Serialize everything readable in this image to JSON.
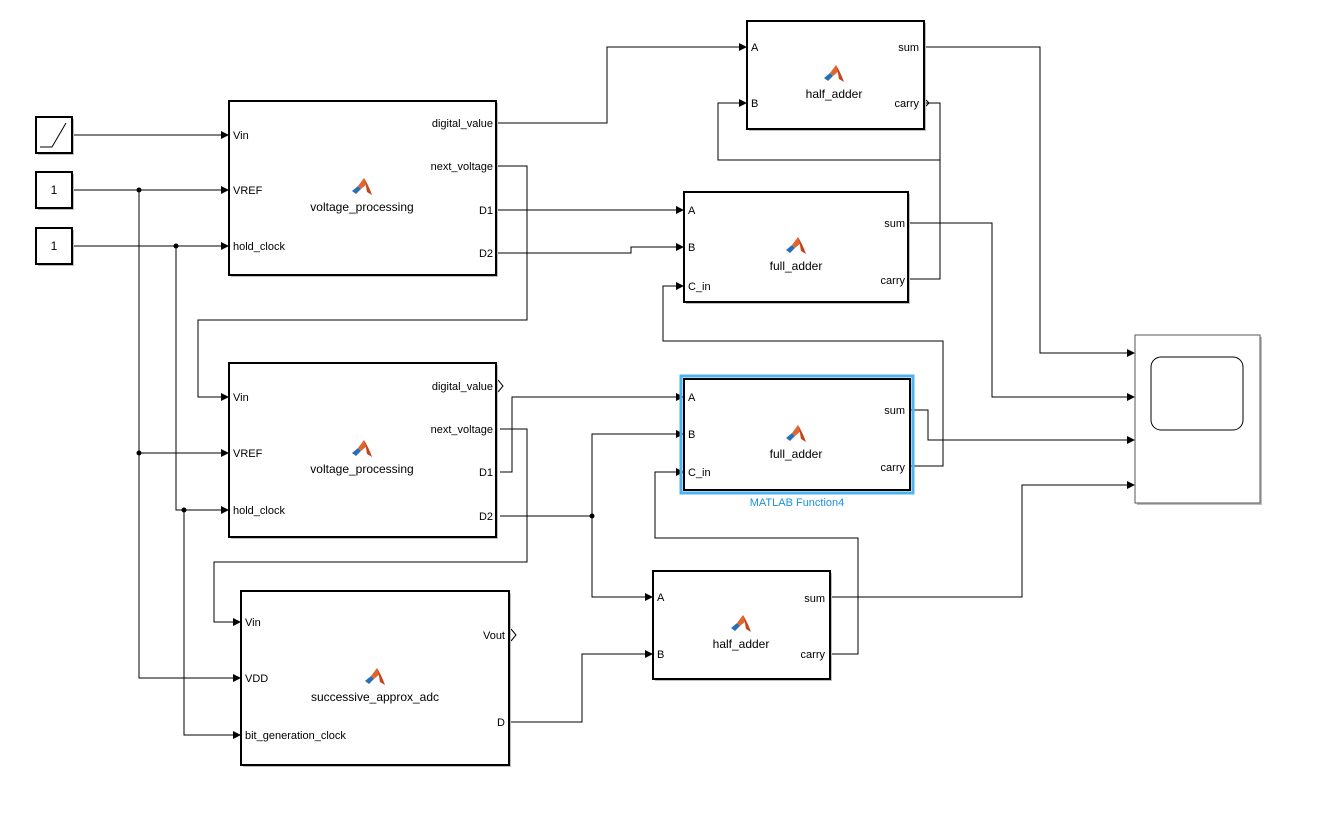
{
  "sources": {
    "ramp_icon": "ramp-icon",
    "const1_value": "1",
    "const2_value": "1"
  },
  "vp1": {
    "title": "voltage_processing",
    "in1": "Vin",
    "in2": "VREF",
    "in3": "hold_clock",
    "out1": "digital_value",
    "out2": "next_voltage",
    "out3": "D1",
    "out4": "D2"
  },
  "vp2": {
    "title": "voltage_processing",
    "in1": "Vin",
    "in2": "VREF",
    "in3": "hold_clock",
    "out1": "digital_value",
    "out2": "next_voltage",
    "out3": "D1",
    "out4": "D2"
  },
  "sar": {
    "title": "successive_approx_adc",
    "in1": "Vin",
    "in2": "VDD",
    "in3": "bit_generation_clock",
    "out1": "Vout",
    "out2": "D"
  },
  "ha1": {
    "title": "half_adder",
    "in1": "A",
    "in2": "B",
    "out1": "sum",
    "out2": "carry"
  },
  "fa1": {
    "title": "full_adder",
    "in1": "A",
    "in2": "B",
    "in3": "C_in",
    "out1": "sum",
    "out2": "carry"
  },
  "fa2": {
    "title": "full_adder",
    "in1": "A",
    "in2": "B",
    "in3": "C_in",
    "out1": "sum",
    "out2": "carry",
    "caption": "MATLAB Function4",
    "selected_color": "#4db3f0"
  },
  "ha2": {
    "title": "half_adder",
    "in1": "A",
    "in2": "B",
    "out1": "sum",
    "out2": "carry"
  },
  "scope": {
    "icon": "scope-icon"
  },
  "block_icon": "matlab-logo-icon"
}
